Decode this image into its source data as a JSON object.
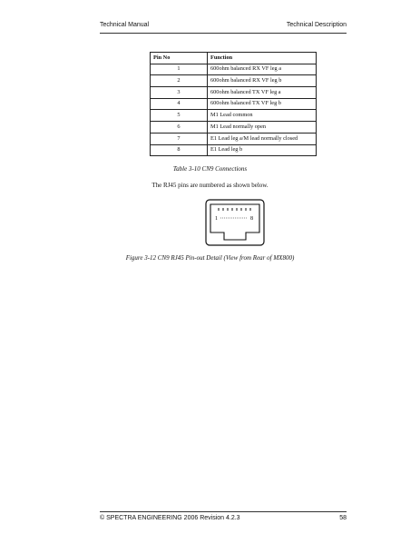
{
  "header": {
    "left": "Technical Manual",
    "right": "Technical Description"
  },
  "table": {
    "columns": [
      "Pin No",
      "Function"
    ],
    "rows": [
      {
        "pin": "1",
        "function": "600ohm balanced RX VF leg a"
      },
      {
        "pin": "2",
        "function": "600ohm balanced RX VF leg b"
      },
      {
        "pin": "3",
        "function": "600ohm balanced TX VF leg a"
      },
      {
        "pin": "4",
        "function": "600ohm balanced TX VF leg b"
      },
      {
        "pin": "5",
        "function": "M1 Lead common"
      },
      {
        "pin": "6",
        "function": "M1 Lead normally open"
      },
      {
        "pin": "7",
        "function": "E1 Lead leg a/M lead normally closed"
      },
      {
        "pin": "8",
        "function": "E1 Lead leg b"
      }
    ],
    "caption": "Table 3-10  CN9 Connections"
  },
  "intro_text": "The RJ45 pins are numbered as shown below.",
  "figure": {
    "pin_first": "1",
    "pin_last": "8",
    "caption": "Figure 3-12  CN9 RJ45 Pin-out Detail (View from Rear of MX800)"
  },
  "footer": {
    "left": "© SPECTRA ENGINEERING 2006 Revision 4.2.3",
    "right": "58"
  }
}
